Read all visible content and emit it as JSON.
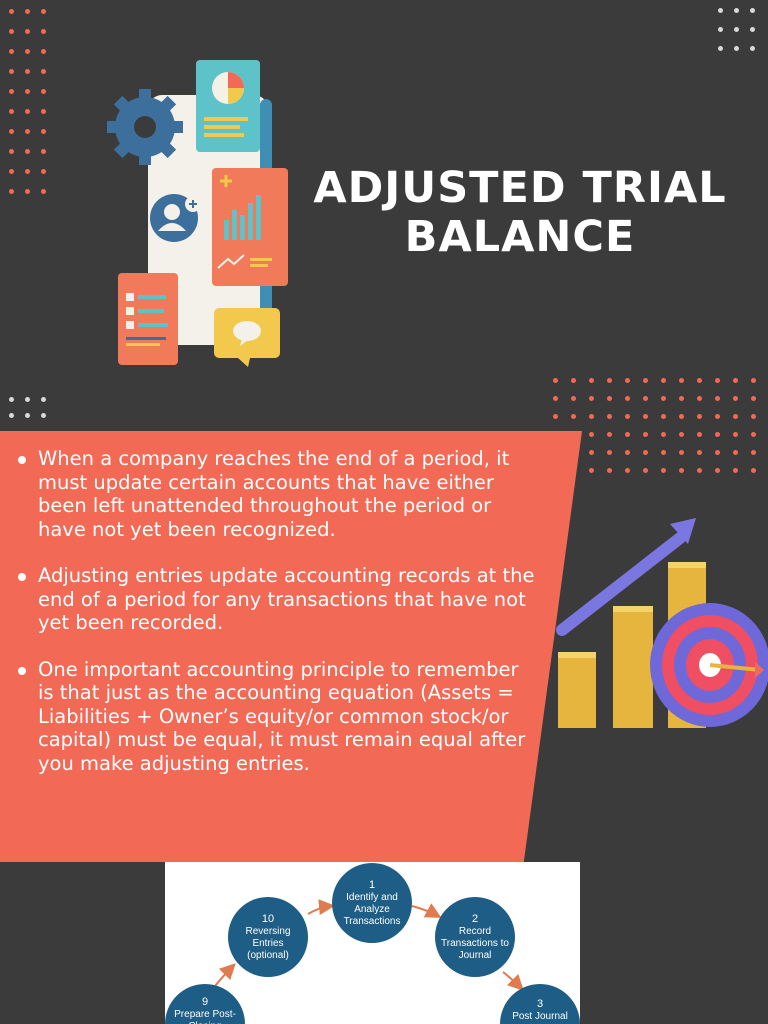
{
  "title": {
    "line1": "ADJUSTED TRIAL",
    "line2": "BALANCE"
  },
  "bullets": [
    "When a company reaches the end of a period, it must update certain accounts that have either been left unattended throughout the period or have not yet been recognized.",
    "Adjusting entries update accounting records at the end of a period for any transactions that have not yet been recorded.",
    "One important accounting principle to remember is that just as the accounting equation (Assets = Liabilities + Owner’s equity/or common stock/or capital) must be equal, it must remain equal after you make adjusting entries."
  ],
  "cycle": {
    "steps": [
      {
        "num": "1",
        "label": "Identify and Analyze Transactions"
      },
      {
        "num": "2",
        "label": "Record Transactions to Journal"
      },
      {
        "num": "3",
        "label": "Post Journal"
      },
      {
        "num": "9",
        "label": "Prepare Post-Closing"
      },
      {
        "num": "10",
        "label": "Reversing Entries (optional)"
      }
    ]
  },
  "colors": {
    "background": "#3b3b3b",
    "accent": "#f26a55",
    "cycle_node": "#1e5d86",
    "arrow": "#e07a4f"
  },
  "icons": {
    "phone_art": "phone-dashboard-illustration",
    "chart_art": "growth-chart-target-illustration"
  }
}
